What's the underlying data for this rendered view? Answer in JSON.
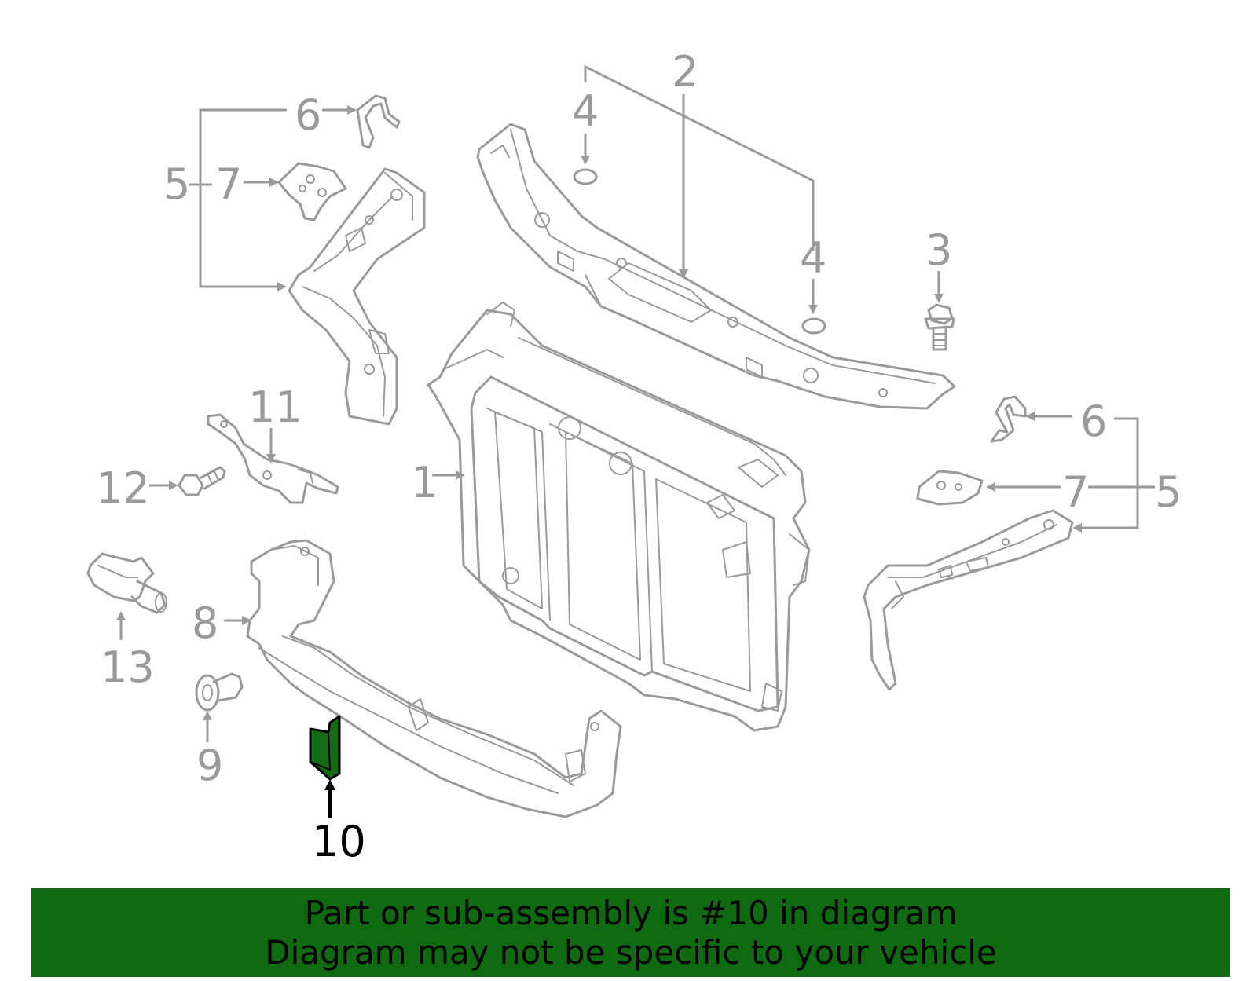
{
  "callouts": {
    "c1": "1",
    "c2": "2",
    "c3": "3",
    "c4a": "4",
    "c4b": "4",
    "c5a": "5",
    "c5b": "5",
    "c6a": "6",
    "c6b": "6",
    "c7a": "7",
    "c7b": "7",
    "c8": "8",
    "c9": "9",
    "c10": "10",
    "c11": "11",
    "c12": "12",
    "c13": "13"
  },
  "highlighted_part": "10",
  "banner": {
    "line1": "Part or sub-assembly is #10 in diagram",
    "line2": "Diagram may not be specific to your vehicle"
  },
  "colors": {
    "banner_bg": "#0f6a12",
    "highlight_fill": "#136b16",
    "line_gray": "#9a9a9a"
  }
}
